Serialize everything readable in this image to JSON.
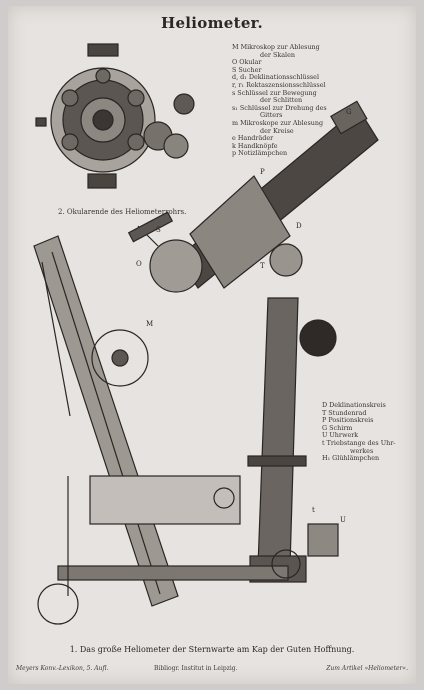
{
  "title": "Heliometer.",
  "legend_top": [
    {
      "text": "M Mikroskop zur Ablesung",
      "indent": false
    },
    {
      "text": "der Skalen",
      "indent": true
    },
    {
      "text": "O Okular",
      "indent": false
    },
    {
      "text": "S Sucher",
      "indent": false
    },
    {
      "text": "d, d₁ Deklinationsschlüssel",
      "indent": false
    },
    {
      "text": "r, r₁ Rektaszensionsschlüssel",
      "indent": false
    },
    {
      "text": "s Schlüssel zur Bewegung",
      "indent": false
    },
    {
      "text": "der Schlitten",
      "indent": true
    },
    {
      "text": "s₁ Schlüssel zur Drehung des",
      "indent": false
    },
    {
      "text": "Gitters",
      "indent": true
    },
    {
      "text": "m Mikroskope zur Ablesung",
      "indent": false
    },
    {
      "text": "der Kreise",
      "indent": true
    },
    {
      "text": "e Handräder",
      "indent": false
    },
    {
      "text": "k Handknöpfe",
      "indent": false
    },
    {
      "text": "p Notizlämpchen",
      "indent": false
    }
  ],
  "legend_bottom": [
    {
      "text": "D Deklinationskreis",
      "indent": false
    },
    {
      "text": "T Stundenrad",
      "indent": false
    },
    {
      "text": "P Positionskreis",
      "indent": false
    },
    {
      "text": "G Schirm",
      "indent": false
    },
    {
      "text": "U Uhrwerk",
      "indent": false
    },
    {
      "text": "t Triebstange des Uhr-",
      "indent": false
    },
    {
      "text": "werkes",
      "indent": true
    },
    {
      "text": "H₁ Glühlämpchen",
      "indent": false
    }
  ],
  "fig2_label": "2. Okularende des Heliometerrohrs.",
  "caption": "1. Das große Heliometer der Sternwarte am Kap der Guten Hoffnung.",
  "footer": {
    "left": "Meyers Konv.-Lexikon, 5. Aufl.",
    "middle": "Bibliogr. Institut in Leipzig.",
    "right": "Zum Artikel »Heliometer«."
  },
  "plate_letters": {
    "M": "M",
    "P": "P",
    "D": "D",
    "T": "T",
    "G": "G",
    "S": "S",
    "U": "U",
    "t": "t",
    "O": "O"
  }
}
